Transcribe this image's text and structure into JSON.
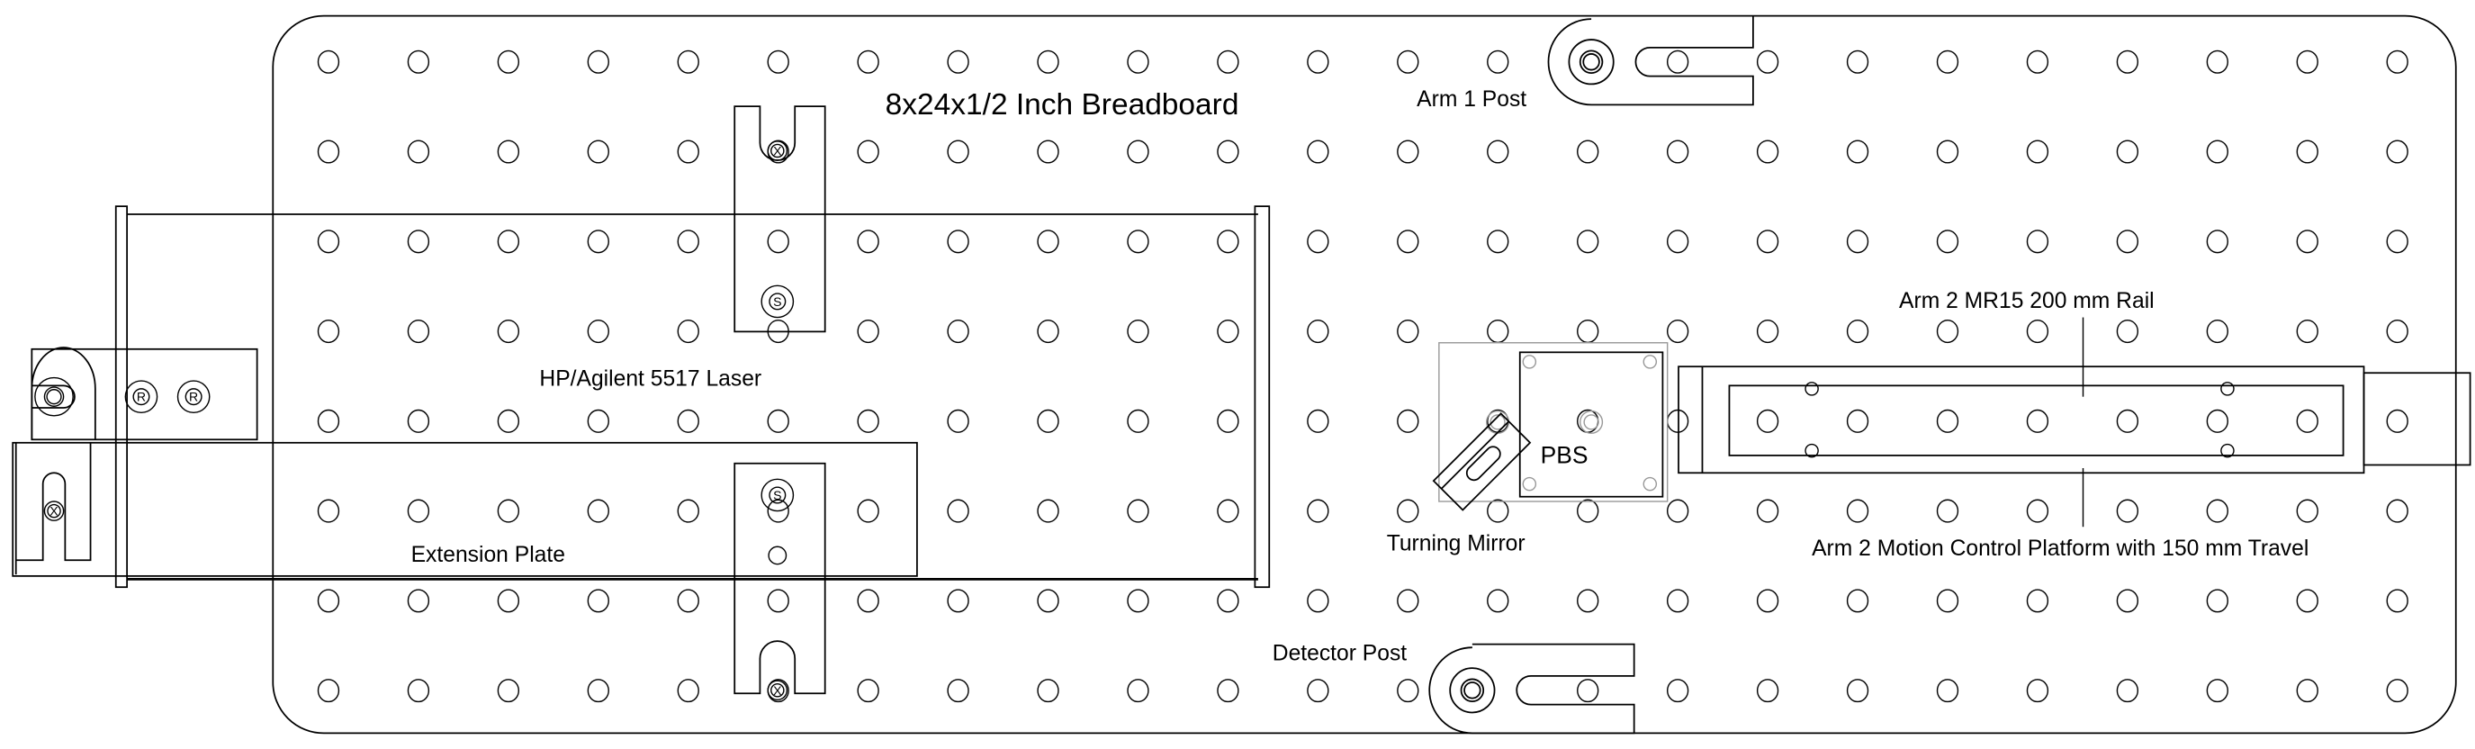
{
  "labels": {
    "breadboard": "8x24x1/2 Inch Breadboard",
    "arm1_post": "Arm 1 Post",
    "laser": "HP/Agilent 5517 Laser",
    "extension_plate": "Extension Plate",
    "pbs": "PBS",
    "turning_mirror": "Turning Mirror",
    "rail": "Arm 2 MR15 200 mm Rail",
    "platform": "Arm 2 Motion Control Platform with 150 mm Travel",
    "detector_post": "Detector Post"
  },
  "screw_marks": {
    "x": "X",
    "s": "S",
    "r": "R"
  },
  "grid": {
    "rows": 8,
    "cols": 24
  }
}
